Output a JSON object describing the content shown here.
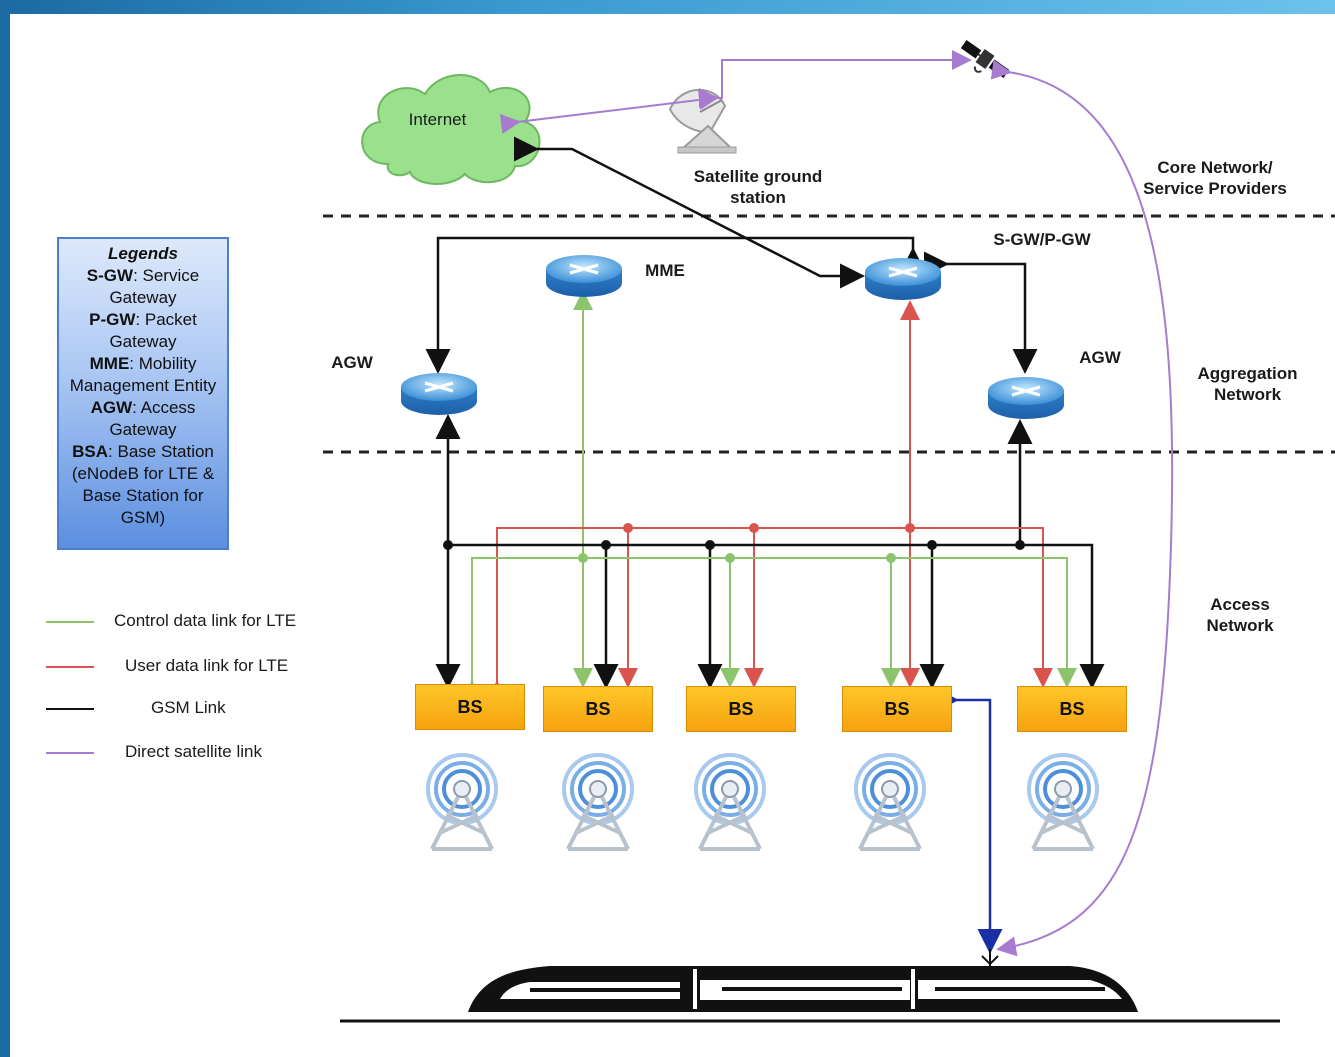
{
  "internet": "Internet",
  "ground_station": "Satellite ground station",
  "sgw_pgw": "S-GW/P-GW",
  "mme": "MME",
  "agw_left": "AGW",
  "agw_right": "AGW",
  "zones": {
    "core": "Core Network/ Service Providers",
    "aggregation": "Aggregation Network",
    "access": "Access Network"
  },
  "legend_box": {
    "title": "Legends",
    "entries": [
      {
        "abbr": "S-GW",
        "text": ": Service Gateway"
      },
      {
        "abbr": "P-GW",
        "text": ": Packet Gateway"
      },
      {
        "abbr": "MME",
        "text": ": Mobility Management Entity"
      },
      {
        "abbr": "AGW",
        "text": ": Access Gateway"
      },
      {
        "abbr": "BSA",
        "text": ": Base Station (eNodeB for LTE & Base Station for GSM)"
      }
    ]
  },
  "link_key": [
    {
      "label": "Control data link for LTE",
      "color": "#8cc46b"
    },
    {
      "label": "User data link for LTE",
      "color": "#d9534f"
    },
    {
      "label": "GSM Link",
      "color": "#111111"
    },
    {
      "label": "Direct satellite link",
      "color": "#a77bd0"
    }
  ],
  "base_stations": [
    "BS",
    "BS",
    "BS",
    "BS",
    "BS"
  ],
  "colors": {
    "control": "#8cc46b",
    "user": "#d9534f",
    "gsm": "#111111",
    "satellite": "#a77bd0",
    "train_link": "#1a2fa3",
    "router": "#3a8ed6",
    "cloud": "#9be08c"
  }
}
